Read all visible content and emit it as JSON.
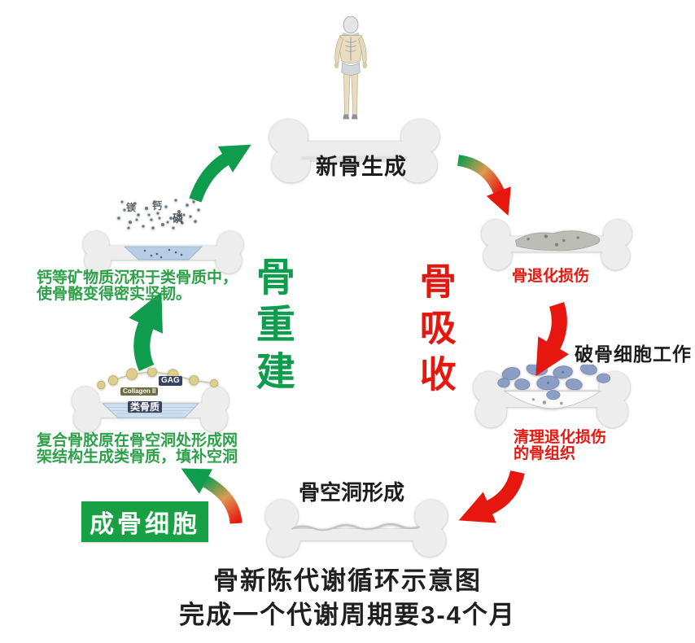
{
  "diagram": {
    "stages": {
      "new_bone_label": "新骨生成",
      "degeneration_label": "骨退化损伤",
      "osteoclast_label": "破骨细胞工作",
      "clearing_line1": "清理退化损伤",
      "clearing_line2": "的骨组织",
      "cavity_label": "骨空洞形成",
      "osteoblast_label": "成骨细胞",
      "osteoid_text_line1": "复合骨胶原在骨空洞处形成网",
      "osteoid_text_line2": "架结构生成类骨质，填补空洞",
      "mineral_text_line1": "钙等矿物质沉积于类骨质中，",
      "mineral_text_line2": "使骨骼变得密实坚韧。"
    },
    "phases": {
      "remodeling": "骨重建",
      "resorption": "骨吸收"
    },
    "bone_annotations": {
      "magnesium": "镁",
      "calcium": "钙",
      "phosphorus": "磷",
      "gag": "GAG",
      "collagen": "Collagen II",
      "osteoid": "类骨质"
    },
    "caption": {
      "line1": "骨新陈代谢循环示意图",
      "line2": "完成一个代谢周期要3-4个月"
    },
    "colors": {
      "remodeling_green": "#0f9d4d",
      "resorption_red": "#e6170e",
      "osteoblast_box_green": "#17a144",
      "text_green": "#2fa04a",
      "bone_fill": "#ededed",
      "osteoclast_cell_blue": "#8d9ec5"
    }
  }
}
